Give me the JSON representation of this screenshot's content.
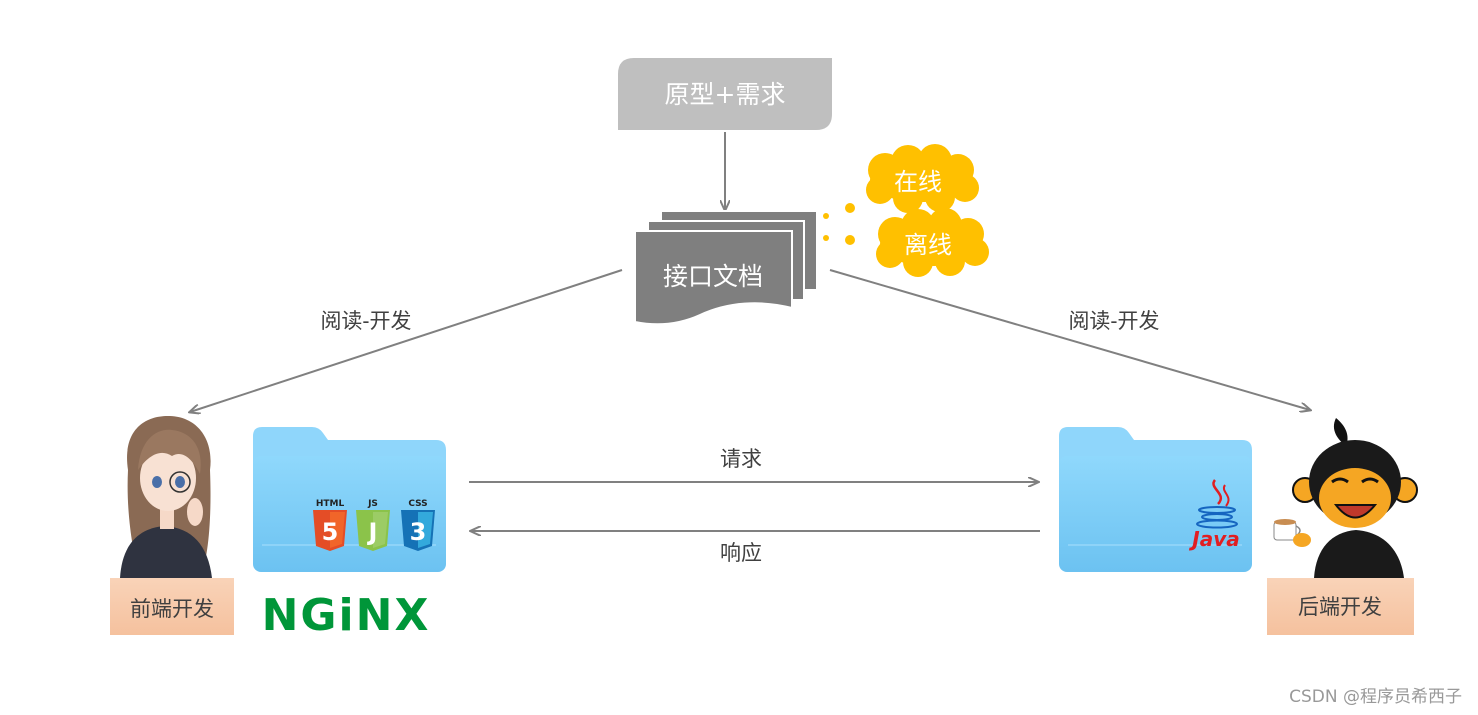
{
  "prototype_box": {
    "label": "原型+需求",
    "color": "#bfbfbf"
  },
  "api_doc": {
    "label": "接口文档",
    "color": "#7f7f7f"
  },
  "doc_modes": {
    "online": "在线",
    "offline": "离线",
    "color": "#ffc000"
  },
  "flows": {
    "left_read": "阅读-开发",
    "right_read": "阅读-开发",
    "request": "请求",
    "response": "响应"
  },
  "frontend": {
    "label": "前端开发",
    "html_tag": "HTML",
    "js_tag": "JS",
    "css_tag": "CSS",
    "html_num": "5",
    "js_num": "J",
    "css_num": "3",
    "nginx_logo": "NGiNX"
  },
  "backend": {
    "label": "后端开发",
    "java_label": "Java"
  },
  "watermark": "CSDN @程序员希西子",
  "colors": {
    "label_box": "#f8cbad",
    "folder_light": "#8fd6fb",
    "folder_body": "#74c7f4",
    "nginx_green": "#009639",
    "arrow": "#808080",
    "java_red": "#e11e22",
    "java_blue": "#1565c0"
  }
}
